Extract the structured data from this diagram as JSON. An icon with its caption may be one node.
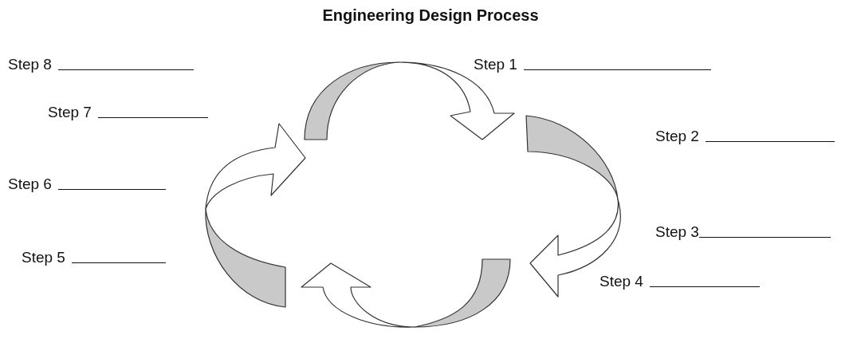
{
  "diagram": {
    "title": "Engineering Design Process",
    "labels": [
      "Step 8",
      "Step 1",
      "Step 7",
      "Step 2",
      "Step 6",
      "Step 3",
      "Step 5",
      "Step 4"
    ]
  }
}
